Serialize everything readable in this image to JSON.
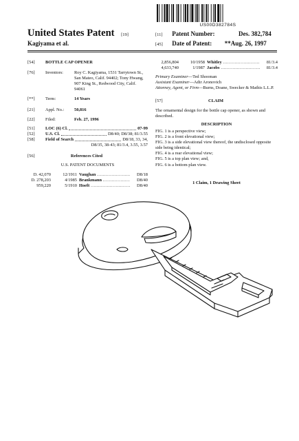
{
  "barcode_number": "US00D382784S",
  "header": {
    "title": "United States Patent",
    "title_code": "[19]",
    "inventor_line": "Kagiyama et al.",
    "patent_number_code": "[11]",
    "patent_number_label": "Patent Number:",
    "patent_number": "Des. 382,784",
    "date_code": "[45]",
    "date_label": "Date of Patent:",
    "date_value": "**Aug. 26, 1997"
  },
  "left": {
    "title_code": "[54]",
    "title": "BOTTLE CAP OPENER",
    "inventors_code": "[76]",
    "inventors_label": "Inventors:",
    "inventors_lines": [
      "Roy C. Kagiyama, 1531 Tarrytown St.,",
      "San Mateo, Calif. 94402; Tony Hwang,",
      "907 King St., Redwood City, Calif.",
      "94061"
    ],
    "term_code": "[**]",
    "term_label": "Term:",
    "term_value": "14 Years",
    "appl_code": "[21]",
    "appl_label": "Appl. No.:",
    "appl_value": "50,816",
    "filed_code": "[22]",
    "filed_label": "Filed:",
    "filed_value": "Feb. 27, 1996",
    "loc_code": "[51]",
    "loc_label": "LOC (6) Cl.",
    "loc_value": "07-99",
    "us_code": "[52]",
    "us_label": "U.S. Cl.",
    "us_value": "D8/40; D8/38; 81/3.55",
    "field_code": "[58]",
    "field_label": "Field of Search",
    "field_value_1": "D8/18, 33, 34,",
    "field_value_2": "D8/35, 38-43; 81/3.4, 3.55, 3.57",
    "refs_code": "[56]",
    "refs_title": "References Cited",
    "refs_subtitle": "U.S. PATENT DOCUMENTS",
    "refs": [
      {
        "number": "D. 42,070",
        "date": "12/1911",
        "name": "Vaughan",
        "cls": "D8/18"
      },
      {
        "number": "D. 278,203",
        "date": "4/1985",
        "name": "Brankmann",
        "cls": "D8/40"
      },
      {
        "number": "959,220",
        "date": "5/1910",
        "name": "Hoeft",
        "cls": "D8/40"
      }
    ]
  },
  "right": {
    "refs": [
      {
        "number": "2,856,804",
        "date": "10/1958",
        "name": "Whitley",
        "cls": "81/3.4"
      },
      {
        "number": "4,633,740",
        "date": "1/1987",
        "name": "Jacobs",
        "cls": "81/3.4"
      }
    ],
    "primary_label": "Primary Examiner",
    "primary_value": "—Ted Shooman",
    "assistant_label": "Assistant Examiner",
    "assistant_value": "—Adir Aronovich",
    "attorney_label": "Attorney, Agent, or Firm",
    "attorney_value": "—Burns, Doane, Swecker & Mathis L.L.P.",
    "claim_code": "[57]",
    "claim_title": "CLAIM",
    "claim_text": "The ornamental design for the bottle cap opener, as shown and described.",
    "description_title": "DESCRIPTION",
    "figures": [
      "FIG. 1 is a perspective view;",
      "FIG. 2 is a front elevational view;",
      "FIG. 3 is a side elevational view thereof, the undisclosed opposite side being identical;",
      "FIG. 4 is a rear elevational view;",
      "FIG. 5 is a top plan view; and,",
      "FIG. 6 is a bottom plan view."
    ],
    "summary": "1 Claim, 1 Drawing Sheet"
  }
}
